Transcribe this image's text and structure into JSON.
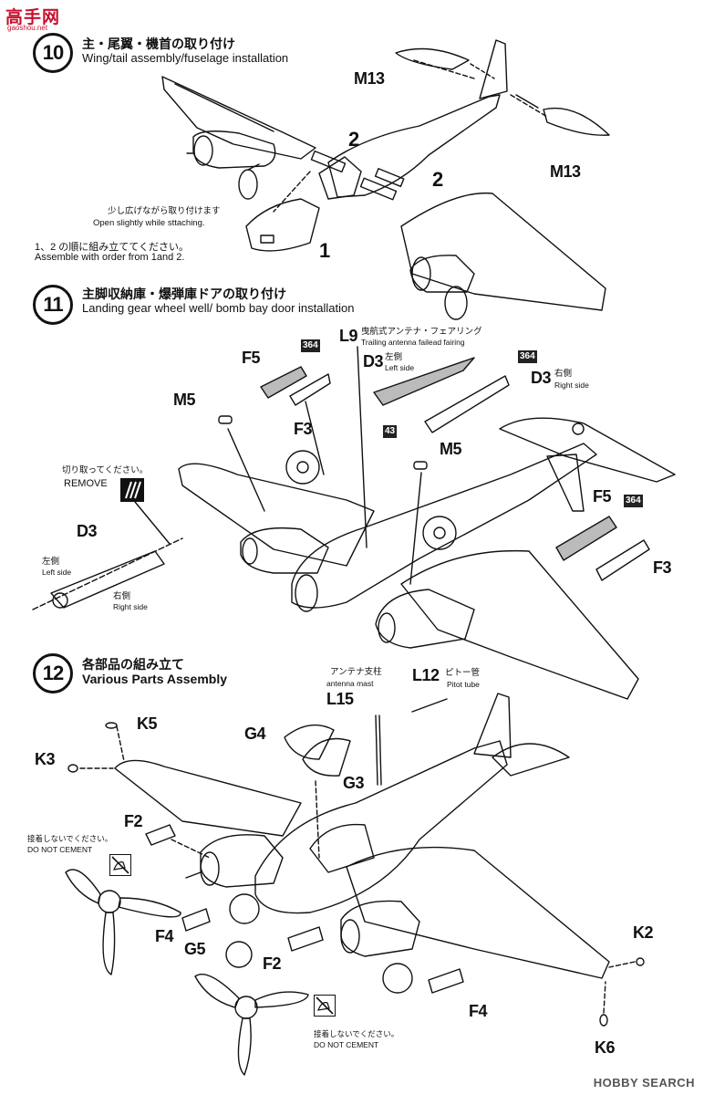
{
  "watermark": {
    "logo": "高手网",
    "url": "gaoshou.net",
    "bottom": "HOBBY SEARCH"
  },
  "steps": [
    {
      "number": "10",
      "title_jp": "主・尾翼・機首の取り付け",
      "title_en": "Wing/tail assembly/fuselage installation"
    },
    {
      "number": "11",
      "title_jp": "主脚収納庫・爆弾庫ドアの取り付け",
      "title_en": "Landing gear wheel well/ bomb bay door installation"
    },
    {
      "number": "12",
      "title_jp": "各部品の組み立て",
      "title_en": "Various Parts Assembly"
    }
  ],
  "step10": {
    "part_top": "M13",
    "part_bottom": "M13",
    "order_1": "1",
    "order_2a": "2",
    "order_2b": "2",
    "note_open_jp": "少し広げながら取り付けます",
    "note_open_en": "Open slightly while sttaching.",
    "note_order_jp": "1、2 の順に組み立ててください。",
    "note_order_en": "Assemble with order from 1and 2."
  },
  "step11": {
    "L9": "L9",
    "antenna_jp": "曳航式アンテナ・フェアリング",
    "antenna_en": "Trailing antenna failead fairing",
    "F5_left": "F5",
    "paint_364_a": "364",
    "D3_left": "D3",
    "left_side_jp": "左側",
    "left_side_en": "Left side",
    "paint_364_b": "364",
    "D3_right": "D3",
    "right_side_jp": "右側",
    "right_side_en": "Right side",
    "M5_left": "M5",
    "F3_left": "F3",
    "paint_43": "43",
    "M5_right": "M5",
    "remove_jp": "切り取ってください。",
    "remove_en": "REMOVE",
    "D3_detail": "D3",
    "detail_left_jp": "左側",
    "detail_left_en": "Left side",
    "detail_right_jp": "右側",
    "detail_right_en": "Right side",
    "F5_right": "F5",
    "paint_364_c": "364",
    "F3_right": "F3"
  },
  "step12": {
    "mast_jp": "アンテナ支柱",
    "mast_en": "antenna mast",
    "L15": "L15",
    "L12": "L12",
    "pitot_jp": "ピトー管",
    "pitot_en": "Pitot tube",
    "K5": "K5",
    "G4": "G4",
    "K3": "K3",
    "G3": "G3",
    "F2_top": "F2",
    "nocement_jp_1": "接着しないでください。",
    "nocement_en_1": "DO NOT CEMENT",
    "F4_left": "F4",
    "G5": "G5",
    "F2_bottom": "F2",
    "K2": "K2",
    "F4_right": "F4",
    "nocement_jp_2": "接着しないでください。",
    "nocement_en_2": "DO NOT CEMENT",
    "K6": "K6"
  }
}
